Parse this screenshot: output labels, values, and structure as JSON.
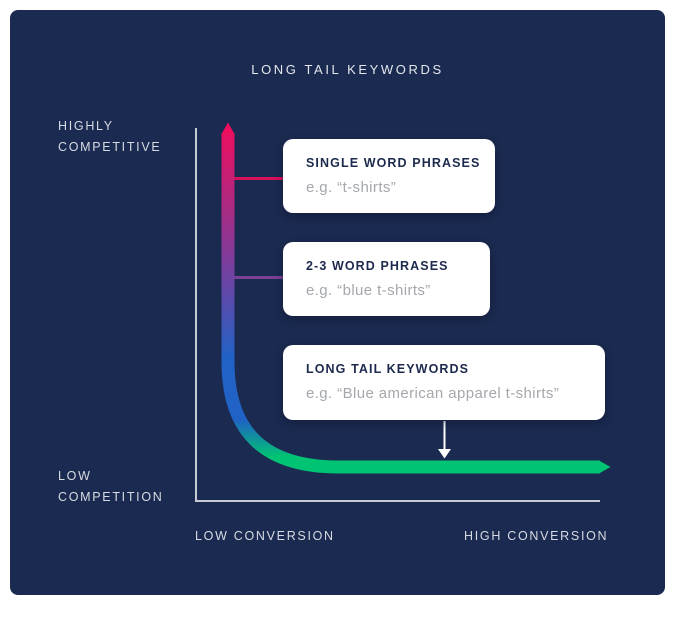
{
  "title": "LONG TAIL KEYWORDS",
  "colors": {
    "card_bg": "#1B2A50",
    "axis": "#C6CBD6",
    "label_text": "#D7DAE3",
    "box_bg": "#FFFFFF",
    "box_title": "#1D2A4E",
    "box_example": "#A4A7AC",
    "curve_pink": "#EE0E5E",
    "curve_purple": "#7B3E9D",
    "curve_blue": "#2062C5",
    "curve_green": "#00C473",
    "connector_pink": "#D8115C",
    "connector_purple": "#7B4098",
    "arrow": "#FFFFFF"
  },
  "y_axis": {
    "top_label": {
      "line1": "HIGHLY",
      "line2": "COMPETITIVE"
    },
    "bottom_label": {
      "line1": "LOW",
      "line2": "COMPETITION"
    }
  },
  "x_axis": {
    "left_label": "LOW CONVERSION",
    "right_label": "HIGH CONVERSION"
  },
  "callouts": [
    {
      "title": "SINGLE WORD PHRASES",
      "example": "e.g. “t-shirts”"
    },
    {
      "title": "2-3 WORD PHRASES",
      "example": "e.g. “blue t-shirts”"
    },
    {
      "title": "LONG TAIL KEYWORDS",
      "example": "e.g. “Blue american apparel t-shirts”"
    }
  ],
  "chart_data": {
    "type": "line",
    "title": "LONG TAIL KEYWORDS",
    "xlabel_left": "LOW CONVERSION",
    "xlabel_right": "HIGH CONVERSION",
    "ylabel_top": "HIGHLY COMPETITIVE",
    "ylabel_bottom": "LOW COMPETITION",
    "grid": false,
    "curve_shape": "steep vertical drop then flat horizontal tail (L-shape with rounded bend)",
    "gradient_top_to_end": [
      "#EE0E5E",
      "#7B3E9D",
      "#2062C5",
      "#00C473"
    ],
    "annotations": [
      {
        "label": "SINGLE WORD PHRASES",
        "example": "e.g. “t-shirts”",
        "position": "high competition / low conversion"
      },
      {
        "label": "2-3 WORD PHRASES",
        "example": "e.g. “blue t-shirts”",
        "position": "mid competition / low-mid conversion"
      },
      {
        "label": "LONG TAIL KEYWORDS",
        "example": "e.g. “Blue american apparel t-shirts”",
        "position": "low competition / high conversion"
      }
    ]
  }
}
